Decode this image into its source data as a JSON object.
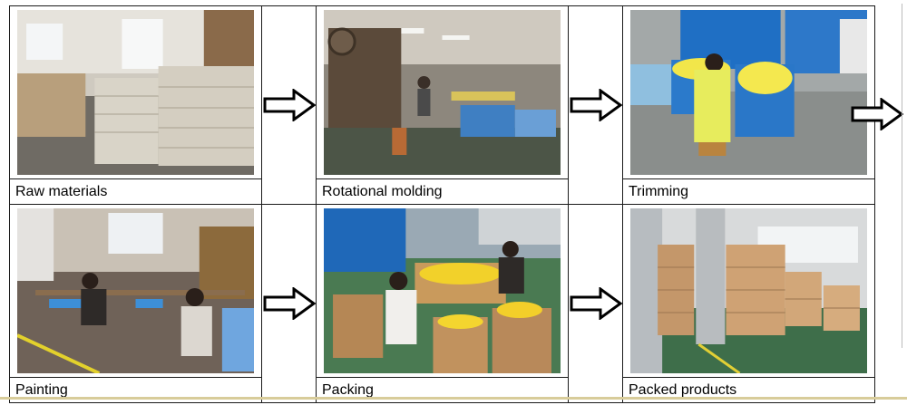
{
  "steps": [
    {
      "label": "Raw materials"
    },
    {
      "label": "Rotational molding"
    },
    {
      "label": "Trimming"
    },
    {
      "label": "Painting"
    },
    {
      "label": "Packing"
    },
    {
      "label": "Packed products"
    }
  ],
  "icons": {
    "arrow": "right-arrow-icon"
  },
  "colors": {
    "border": "#1a1a1a",
    "arrow_stroke": "#000000",
    "footer_line": "#d8cc9a"
  }
}
